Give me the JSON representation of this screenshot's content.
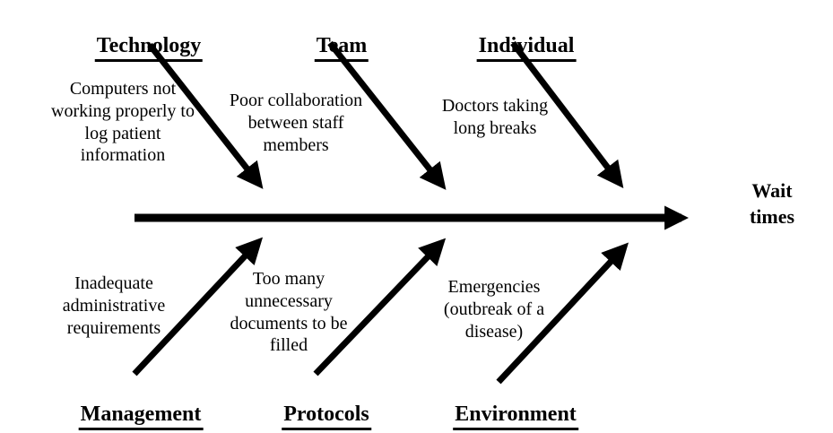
{
  "diagram": {
    "type": "fishbone-cause-effect",
    "effect": "Wait\ntimes",
    "top_categories": [
      {
        "label": "Technology",
        "cause": "Computers not\nworking properly to\nlog patient\ninformation"
      },
      {
        "label": "Team",
        "cause": "Poor collaboration\nbetween staff\nmembers"
      },
      {
        "label": "Individual",
        "cause": "Doctors taking\nlong breaks"
      }
    ],
    "bottom_categories": [
      {
        "label": "Management",
        "cause": "Inadequate\nadministrative\nrequirements"
      },
      {
        "label": "Protocols",
        "cause": "Too many\nunnecessary\ndocuments to be\nfilled"
      },
      {
        "label": "Environment",
        "cause": "Emergencies\n(outbreak of a\ndisease)"
      }
    ],
    "colors": {
      "foreground": "#000000",
      "background": "#ffffff"
    }
  }
}
